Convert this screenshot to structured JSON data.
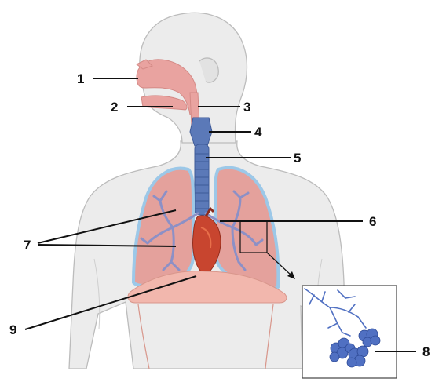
{
  "diagram": {
    "labels": [
      "1",
      "2",
      "3",
      "4",
      "5",
      "6",
      "7",
      "8",
      "9"
    ]
  },
  "colors": {
    "skin": "#ececec",
    "skin_outline": "#bcbcbc",
    "airway": "#e9a3a0",
    "trachea": "#5b79b8",
    "lung": "#e4a19c",
    "pleura": "#9cc8e8",
    "bronchi": "#8c90c6",
    "heart": "#c8452f",
    "diaphragm": "#f2b7ad",
    "alveoli": "#5070c2",
    "leader": "#111111"
  }
}
